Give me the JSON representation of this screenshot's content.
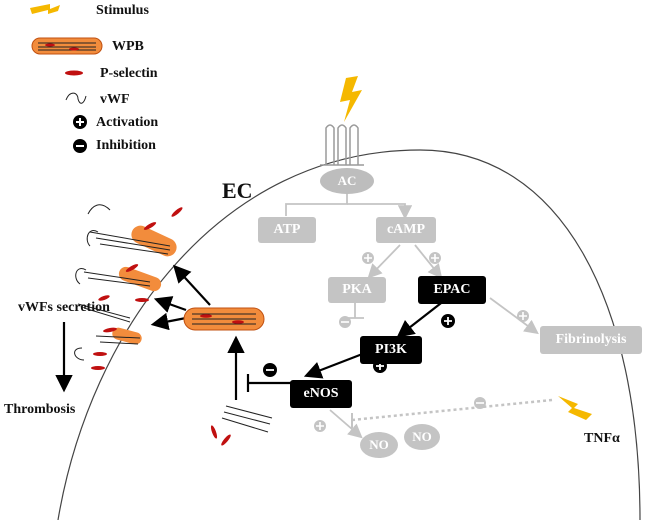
{
  "legend": {
    "stimulus": "Stimulus",
    "wpb": "WPB",
    "p_selectin": "P-selectin",
    "vwf": "vWF",
    "activation": "Activation",
    "inhibition": "Inhibition"
  },
  "cell_label": "EC",
  "nodes": {
    "ac": "AC",
    "atp": "ATP",
    "camp": "cAMP",
    "pka": "PKA",
    "epac": "EPAC",
    "pi3k": "PI3K",
    "enos": "eNOS",
    "no1": "NO",
    "no2": "NO",
    "fibrinolysis": "Fibrinolysis"
  },
  "labels": {
    "vwf_secretion": "vWFs secretion",
    "thrombosis": "Thrombosis",
    "tnfa": "TNFα"
  },
  "signs": {
    "plus": "+",
    "minus": "-"
  },
  "colors": {
    "active": "#000000",
    "inactive": "#c4c4c4",
    "wpb_fill": "#f28c3c",
    "selectin": "#c01010",
    "lightning": "#f5b800"
  }
}
